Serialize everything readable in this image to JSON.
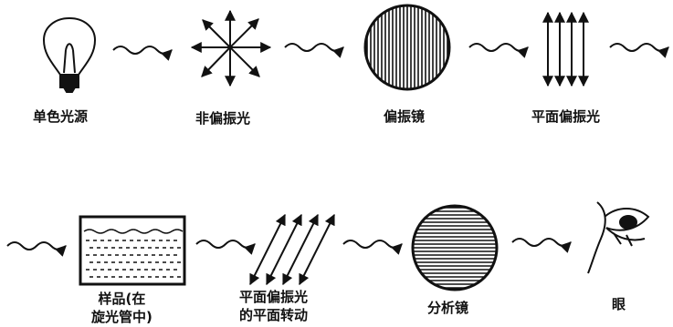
{
  "labels": {
    "light_source": "单色光源",
    "unpolarized": "非偏振光",
    "polarizer": "偏振镜",
    "plane_polarized": "平面偏振光",
    "sample_line1": "样品(在",
    "sample_line2": "旋光管中)",
    "rotated_line1": "平面偏振光",
    "rotated_line2": "的平面转动",
    "analyzer": "分析镜",
    "eye": "眼"
  },
  "colors": {
    "ink": "#111111",
    "background": "#ffffff"
  }
}
